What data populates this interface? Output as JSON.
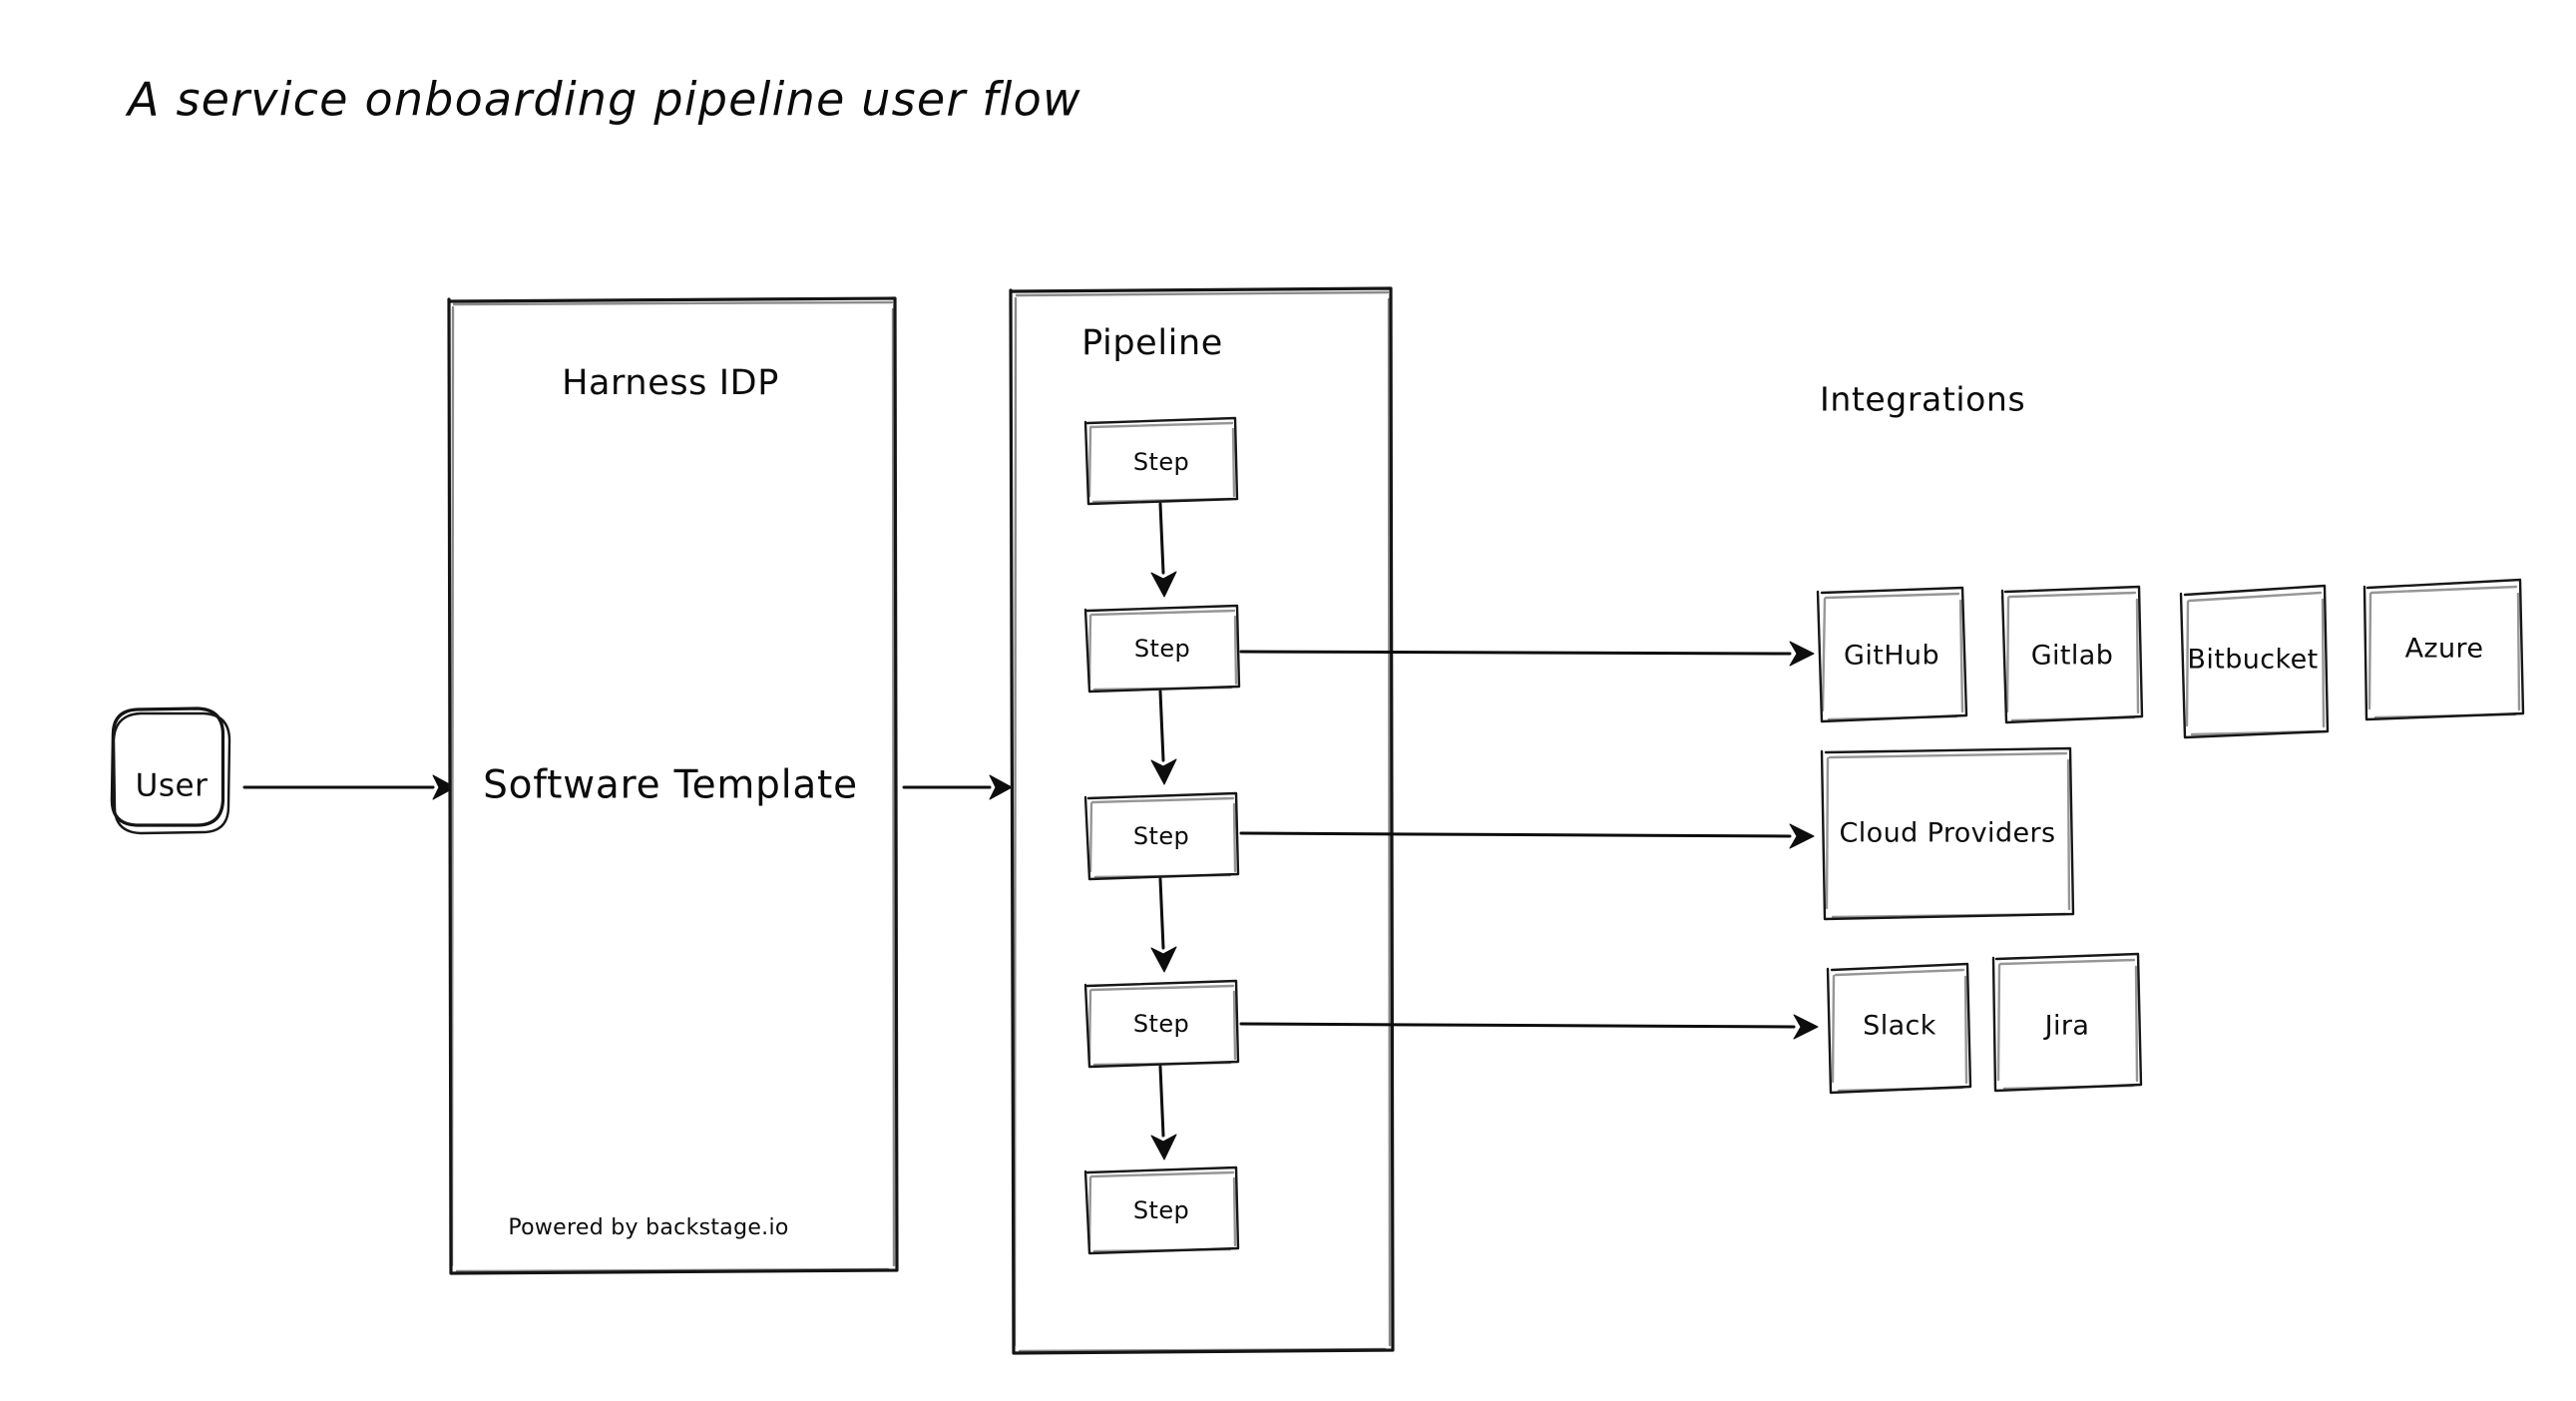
{
  "page": {
    "title": "A service onboarding pipeline user flow",
    "background_color": "#ffffff",
    "stroke_color": "#141414",
    "text_color": "#0b0b0b",
    "style": "hand-drawn sketch"
  },
  "actor": {
    "label": "User"
  },
  "idp_container": {
    "title": "Harness IDP",
    "body_label": "Software Template",
    "footer_label": "Powered by backstage.io"
  },
  "pipeline_container": {
    "title": "Pipeline",
    "steps": [
      {
        "label": "Step"
      },
      {
        "label": "Step"
      },
      {
        "label": "Step"
      },
      {
        "label": "Step"
      },
      {
        "label": "Step"
      }
    ]
  },
  "integrations": {
    "title": "Integrations",
    "rows": [
      {
        "items": [
          {
            "label": "GitHub"
          },
          {
            "label": "Gitlab"
          },
          {
            "label": "Bitbucket"
          },
          {
            "label": "Azure"
          }
        ]
      },
      {
        "items": [
          {
            "label": "Cloud Providers"
          }
        ]
      },
      {
        "items": [
          {
            "label": "Slack"
          },
          {
            "label": "Jira"
          }
        ]
      }
    ]
  },
  "connections": [
    {
      "from": "User",
      "to": "Harness IDP"
    },
    {
      "from": "Harness IDP",
      "to": "Pipeline"
    },
    {
      "from": "Step 1",
      "to": "Step 2"
    },
    {
      "from": "Step 2",
      "to": "Step 3"
    },
    {
      "from": "Step 3",
      "to": "Step 4"
    },
    {
      "from": "Step 4",
      "to": "Step 5"
    },
    {
      "from": "Step 2",
      "to": "GitHub"
    },
    {
      "from": "Step 3",
      "to": "Cloud Providers"
    },
    {
      "from": "Step 4",
      "to": "Slack"
    }
  ]
}
